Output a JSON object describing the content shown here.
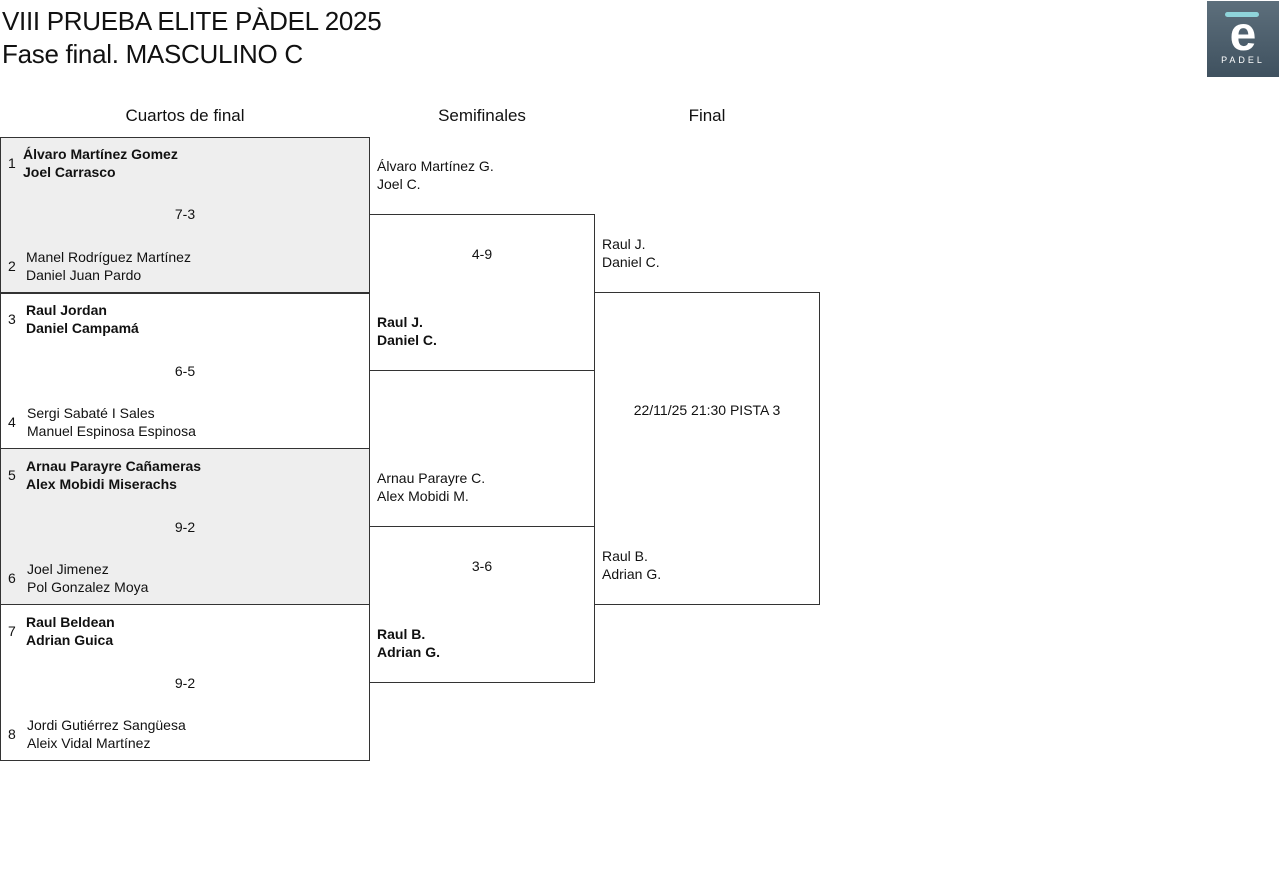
{
  "header": {
    "title_line1": "VIII PRUEBA ELITE PÀDEL 2025",
    "title_line2": "Fase final. MASCULINO C",
    "logo_letter": "e",
    "logo_word": "PADEL",
    "logo_colors": {
      "background": "#4e606d",
      "accent": "#8fd4da"
    }
  },
  "rounds": {
    "quarterfinals": "Cuartos de final",
    "semifinals": "Semifinales",
    "final": "Final"
  },
  "quarterfinals": [
    {
      "seed_top": "1",
      "top": [
        "Álvaro Martínez Gomez",
        "Joel Carrasco"
      ],
      "score": "7-3",
      "seed_bottom": "2",
      "bottom": [
        "Manel Rodríguez Martínez",
        "Daniel Juan Pardo"
      ],
      "winner": "top"
    },
    {
      "seed_top": "3",
      "top": [
        "Raul Jordan",
        "Daniel Campamá"
      ],
      "score": "6-5",
      "seed_bottom": "4",
      "bottom": [
        "Sergi Sabaté I Sales",
        "Manuel Espinosa Espinosa"
      ],
      "winner": "top"
    },
    {
      "seed_top": "5",
      "top": [
        "Arnau Parayre Cañameras",
        "Alex Mobidi Miserachs"
      ],
      "score": "9-2",
      "seed_bottom": "6",
      "bottom": [
        "Joel Jimenez",
        "Pol Gonzalez Moya"
      ],
      "winner": "top"
    },
    {
      "seed_top": "7",
      "top": [
        "Raul Beldean",
        "Adrian Guica"
      ],
      "score": "9-2",
      "seed_bottom": "8",
      "bottom": [
        "Jordi Gutiérrez Sangüesa",
        "Aleix Vidal Martínez"
      ],
      "winner": "top"
    }
  ],
  "semifinals": [
    {
      "top": [
        "Álvaro Martínez G.",
        "Joel C."
      ],
      "score": "4-9",
      "bottom": [
        "Raul J.",
        "Daniel C."
      ],
      "winner": "bottom"
    },
    {
      "top": [
        "Arnau Parayre C.",
        "Alex Mobidi M."
      ],
      "score": "3-6",
      "bottom": [
        "Raul B.",
        "Adrian G."
      ],
      "winner": "bottom"
    }
  ],
  "final": {
    "top": [
      "Raul J.",
      "Daniel C."
    ],
    "schedule": "22/11/25 21:30 PISTA 3",
    "bottom": [
      "Raul B.",
      "Adrian G."
    ]
  }
}
